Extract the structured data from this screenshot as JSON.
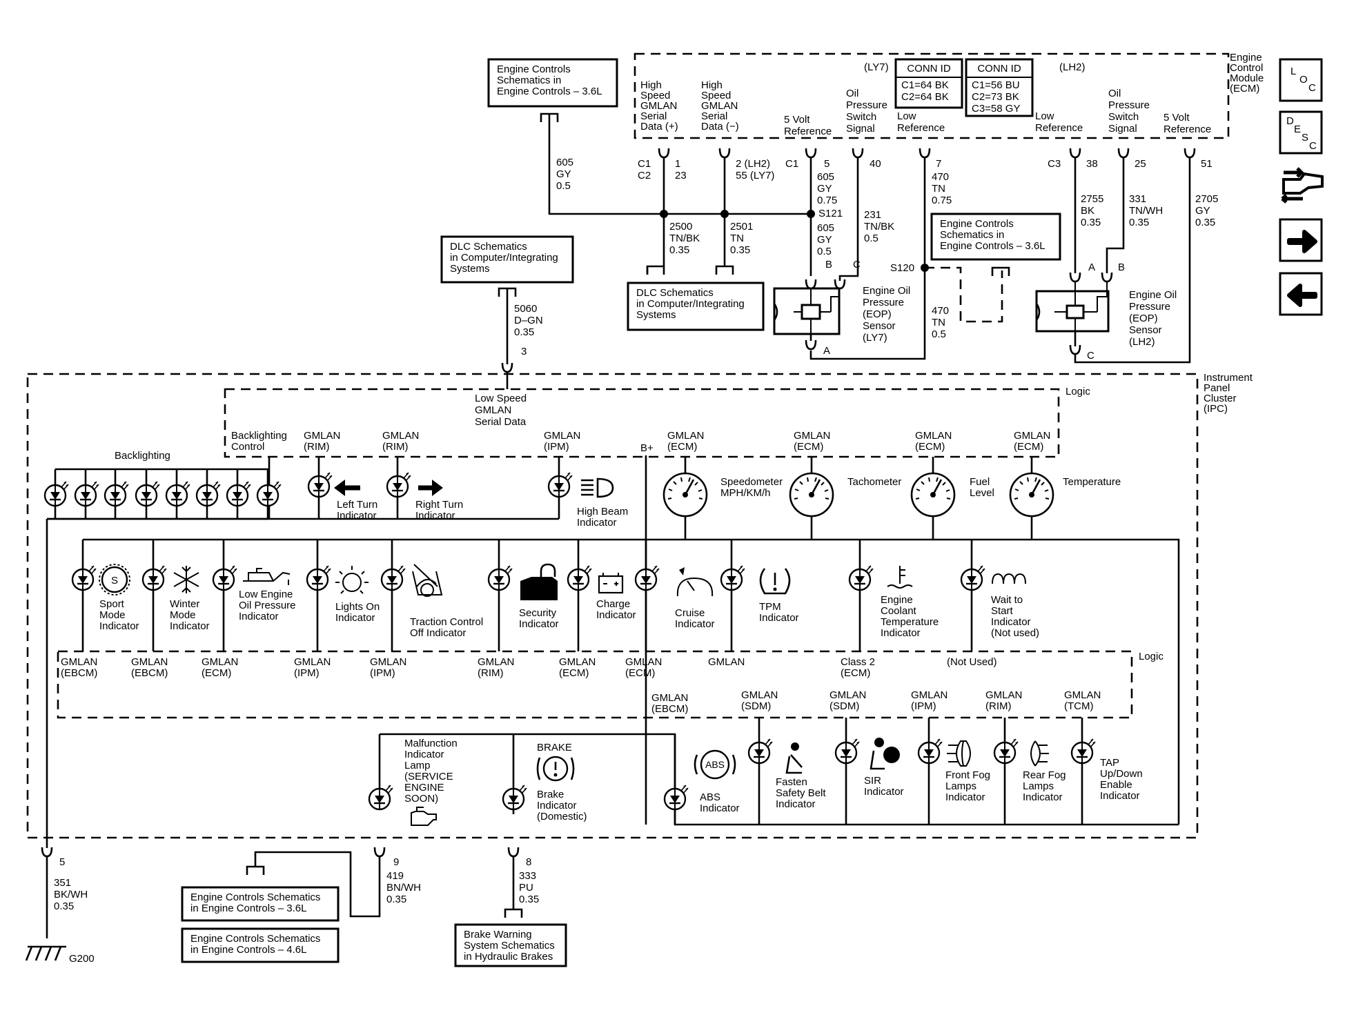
{
  "ecm": {
    "label": [
      "Engine",
      "Control",
      "Module",
      "(ECM)"
    ],
    "ly7": "(LY7)",
    "lh2": "(LH2)",
    "conn_ly7": {
      "title": "CONN ID",
      "lines": [
        "C1=64 BK",
        "C2=64 BK"
      ]
    },
    "conn_lh2": {
      "title": "CONN ID",
      "lines": [
        "C1=56 BU",
        "C2=73 BK",
        "C3=58 GY"
      ]
    },
    "pins": {
      "hs_pos": [
        "High",
        "Speed",
        "GMLAN",
        "Serial",
        "Data (+)"
      ],
      "hs_neg": [
        "High",
        "Speed",
        "GMLAN",
        "Serial",
        "Data (−)"
      ],
      "vref_ly7": [
        "5 Volt",
        "Reference"
      ],
      "ops_ly7": [
        "Oil",
        "Pressure",
        "Switch",
        "Signal"
      ],
      "low_ly7": [
        "Low",
        "Reference"
      ],
      "low_lh2": [
        "Low",
        "Reference"
      ],
      "ops_lh2": [
        "Oil",
        "Pressure",
        "Switch",
        "Signal"
      ],
      "vref_lh2": [
        "5 Volt",
        "Reference"
      ]
    }
  },
  "refs": {
    "ec36_top": [
      "Engine Controls",
      "Schematics in",
      "Engine Controls – 3.6L"
    ],
    "dlc_top": [
      "DLC Schematics",
      "in Computer/Integrating",
      "Systems"
    ],
    "dlc_mid": [
      "DLC Schematics",
      "in Computer/Integrating",
      "Systems"
    ],
    "ec36_mid": [
      "Engine Controls",
      "Schematics in",
      "Engine Controls – 3.6L"
    ],
    "ec36_bot": [
      "Engine Controls Schematics",
      "in Engine Controls – 3.6L"
    ],
    "ec46_bot": [
      "Engine Controls Schematics",
      "in Engine Controls – 4.6L"
    ],
    "brake_bot": [
      "Brake Warning",
      "System Schematics",
      "in Hydraulic Brakes"
    ]
  },
  "wires": {
    "w605_top": [
      "605",
      "GY",
      "0.5"
    ],
    "w5060": [
      "5060",
      "D–GN",
      "0.35"
    ],
    "w2500": [
      "2500",
      "TN/BK",
      "0.35"
    ],
    "w2501": [
      "2501",
      "TN",
      "0.35"
    ],
    "w605_a": [
      "605",
      "GY",
      "0.75"
    ],
    "w605_b": [
      "605",
      "GY",
      "0.5"
    ],
    "w231": [
      "231",
      "TN/BK",
      "0.5"
    ],
    "w470_a": [
      "470",
      "TN",
      "0.75"
    ],
    "w470_b": [
      "470",
      "TN",
      "0.5"
    ],
    "w2755": [
      "2755",
      "BK",
      "0.35"
    ],
    "w331": [
      "331",
      "TN/WH",
      "0.35"
    ],
    "w2705": [
      "2705",
      "GY",
      "0.35"
    ],
    "w351": [
      "351",
      "BK/WH",
      "0.35"
    ],
    "w419": [
      "419",
      "BN/WH",
      "0.35"
    ],
    "w333": [
      "333",
      "PU",
      "0.35"
    ]
  },
  "pinnums": {
    "c1c2": [
      "C1",
      "C2"
    ],
    "p1_23": [
      "1",
      "23"
    ],
    "p2_55": [
      "2 (LH2)",
      "55 (LY7)"
    ],
    "c1": "C1",
    "p5": "5",
    "p40": "40",
    "p7": "7",
    "c3": "C3",
    "p38": "38",
    "p25": "25",
    "p51": "51",
    "ipc3": "3",
    "ipc5": "5",
    "ipc9": "9",
    "ipc8": "8",
    "sA": "A",
    "sB": "B",
    "sC": "C",
    "s2A": "A",
    "s2B": "B",
    "s2C": "C"
  },
  "splices": {
    "s121": "S121",
    "s120": "S120"
  },
  "sensors": {
    "eop_ly7": [
      "Engine Oil",
      "Pressure",
      "(EOP)",
      "Sensor",
      "(LY7)"
    ],
    "eop_lh2": [
      "Engine Oil",
      "Pressure",
      "(EOP)",
      "Sensor",
      "(LH2)"
    ]
  },
  "ipc": {
    "label": [
      "Instrument",
      "Panel",
      "Cluster",
      "(IPC)"
    ],
    "logic_top": "Logic",
    "logic_bot": "Logic",
    "ls_gmlan": [
      "Low Speed",
      "GMLAN",
      "Serial Data"
    ],
    "backlighting": "Backlighting",
    "backlighting_ctrl": [
      "Backlighting",
      "Control"
    ],
    "bplus": "B+",
    "ground": "G200"
  },
  "top_indicators": [
    {
      "src": [
        "GMLAN",
        "(RIM)"
      ],
      "name": [
        "Left Turn",
        "Indicator"
      ]
    },
    {
      "src": [
        "GMLAN",
        "(RIM)"
      ],
      "name": [
        "Right Turn",
        "Indicator"
      ]
    },
    {
      "src": [
        "GMLAN",
        "(IPM)"
      ],
      "name": [
        "High Beam",
        "Indicator"
      ]
    }
  ],
  "gauges": [
    {
      "src": [
        "GMLAN",
        "(ECM)"
      ],
      "name": [
        "Speedometer",
        "MPH/KM/h"
      ]
    },
    {
      "src": [
        "GMLAN",
        "(ECM)"
      ],
      "name": [
        "Tachometer"
      ]
    },
    {
      "src": [
        "GMLAN",
        "(ECM)"
      ],
      "name": [
        "Fuel",
        "Level"
      ]
    },
    {
      "src": [
        "GMLAN",
        "(ECM)"
      ],
      "name": [
        "Temperature"
      ]
    }
  ],
  "mid_indicators": [
    {
      "name": [
        "Sport",
        "Mode",
        "Indicator"
      ],
      "src": [
        "GMLAN",
        "(EBCM)"
      ]
    },
    {
      "name": [
        "Winter",
        "Mode",
        "Indicator"
      ],
      "src": [
        "GMLAN",
        "(EBCM)"
      ]
    },
    {
      "name": [
        "Low Engine",
        "Oil Pressure",
        "Indicator"
      ],
      "src": [
        "GMLAN",
        "(ECM)"
      ]
    },
    {
      "name": [
        "Lights On",
        "Indicator"
      ],
      "src": [
        "GMLAN",
        "(IPM)"
      ]
    },
    {
      "name": [
        "Traction Control",
        "Off Indicator"
      ],
      "src": [
        "GMLAN",
        "(IPM)"
      ]
    },
    {
      "name": [
        "Security",
        "Indicator"
      ],
      "src": [
        "GMLAN",
        "(RIM)"
      ]
    },
    {
      "name": [
        "Charge",
        "Indicator"
      ],
      "src": [
        "GMLAN",
        "(ECM)"
      ]
    },
    {
      "name": [
        "Cruise",
        "Indicator"
      ],
      "src": [
        "GMLAN",
        "(ECM)"
      ]
    },
    {
      "name": [
        "TPM",
        "Indicator"
      ],
      "src": [
        "GMLAN"
      ]
    },
    {
      "name": [
        "Engine",
        "Coolant",
        "Temperature",
        "Indicator"
      ],
      "src": [
        "Class 2",
        "(ECM)"
      ]
    },
    {
      "name": [
        "Wait to",
        "Start",
        "Indicator",
        "(Not used)"
      ],
      "src": [
        "(Not Used)"
      ]
    }
  ],
  "bottom_indicators": [
    {
      "src": [],
      "name": [
        "Malfunction",
        "Indicator",
        "Lamp",
        "(SERVICE",
        "ENGINE",
        "SOON)"
      ]
    },
    {
      "src": [],
      "name": [
        "Brake",
        "Indicator",
        "(Domestic)"
      ],
      "head": "BRAKE"
    },
    {
      "src": [
        "GMLAN",
        "(EBCM)"
      ],
      "name": [
        "ABS",
        "Indicator"
      ],
      "icon_text": "ABS"
    },
    {
      "src": [
        "GMLAN",
        "(SDM)"
      ],
      "name": [
        "Fasten",
        "Safety Belt",
        "Indicator"
      ]
    },
    {
      "src": [
        "GMLAN",
        "(SDM)"
      ],
      "name": [
        "SIR",
        "Indicator"
      ]
    },
    {
      "src": [
        "GMLAN",
        "(IPM)"
      ],
      "name": [
        "Front Fog",
        "Lamps",
        "Indicator"
      ]
    },
    {
      "src": [
        "GMLAN",
        "(RIM)"
      ],
      "name": [
        "Rear Fog",
        "Lamps",
        "Indicator"
      ]
    },
    {
      "src": [
        "GMLAN",
        "(TCM)"
      ],
      "name": [
        "TAP",
        "Up/Down",
        "Enable",
        "Indicator"
      ]
    }
  ],
  "nav": {
    "loc": [
      "L",
      "O",
      "C"
    ],
    "desc": [
      "D",
      "E",
      "S",
      "C"
    ]
  },
  "sport_icon": "S"
}
